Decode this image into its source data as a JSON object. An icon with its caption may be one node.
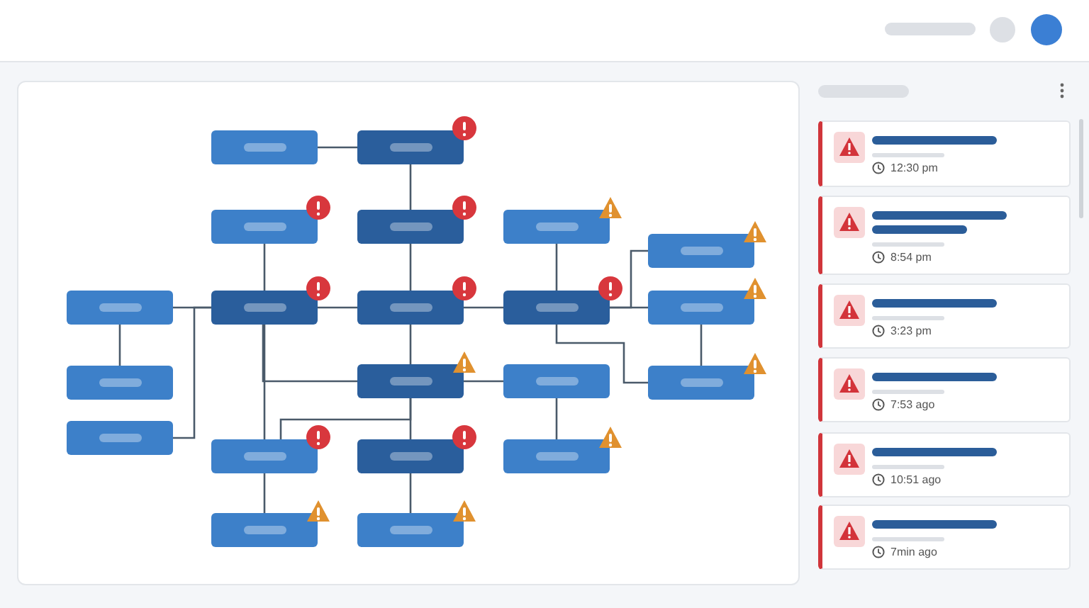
{
  "diagram": {
    "nodes": [
      {
        "text": [],
        "shape": "box"
      },
      {
        "text": [],
        "shape": "box"
      },
      {
        "text": [],
        "shape": "box"
      },
      {
        "text": [],
        "shape": "box"
      },
      {
        "text": [],
        "shape": "box"
      },
      {
        "text": [],
        "shape": "box"
      },
      {
        "text": [],
        "shape": "box"
      },
      {
        "text": [],
        "shape": "box"
      },
      {
        "text": [],
        "shape": "box"
      },
      {
        "text": [],
        "shape": "box"
      },
      {
        "text": [],
        "shape": "box"
      },
      {
        "text": [],
        "shape": "box"
      },
      {
        "text": [],
        "shape": "box"
      },
      {
        "text": [],
        "shape": "box"
      },
      {
        "text": [],
        "shape": "box"
      },
      {
        "text": [],
        "shape": "box"
      },
      {
        "text": [],
        "shape": "box"
      },
      {
        "text": [],
        "shape": "box"
      },
      {
        "text": [],
        "shape": "box"
      },
      {
        "text": [],
        "shape": "box"
      },
      {
        "text": [],
        "shape": "box"
      },
      {
        "text": [
          "12:30 pm"
        ]
      },
      {
        "text": [
          "8:54 pm"
        ]
      },
      {
        "text": [
          "3:23 pm"
        ]
      },
      {
        "text": [
          "7:53 ago"
        ]
      },
      {
        "text": [
          "10:51 ago"
        ]
      },
      {
        "text": [
          "7min ago"
        ]
      }
    ],
    "edges": [
      {
        "from": 3,
        "to": 8,
        "arrow": "none"
      },
      {
        "from": 8,
        "to": 9,
        "arrow": "none"
      },
      {
        "from": 9,
        "to": 10,
        "arrow": "none"
      },
      {
        "from": 10,
        "to": 11,
        "arrow": "none"
      },
      {
        "from": 11,
        "to": 12,
        "arrow": "none"
      },
      {
        "from": 12,
        "to": 13,
        "arrow": "none"
      },
      {
        "from": 4,
        "to": 5,
        "arrow": "none"
      },
      {
        "from": 0,
        "to": 5,
        "arrow": "none"
      },
      {
        "from": 5,
        "to": 10,
        "arrow": "none"
      },
      {
        "from": 0,
        "to": 1,
        "arrow": "none"
      },
      {
        "from": 2,
        "to": 5,
        "arrow": "none"
      },
      {
        "from": 5,
        "to": 11,
        "arrow": "none"
      },
      {
        "from": 6,
        "to": 5,
        "arrow": "none"
      },
      {
        "from": 6,
        "to": 11,
        "arrow": "none"
      },
      {
        "from": 6,
        "to": 7,
        "arrow": "none"
      },
      {
        "from": 10,
        "to": 15,
        "arrow": "none"
      },
      {
        "from": 14,
        "to": 15,
        "arrow": "none"
      },
      {
        "from": 15,
        "to": 18,
        "arrow": "none"
      },
      {
        "from": 15,
        "to": 19,
        "arrow": "none"
      },
      {
        "from": 15,
        "to": 20,
        "arrow": "none"
      },
      {
        "from": 19,
        "to": 20,
        "arrow": "none"
      },
      {
        "from": 11,
        "to": 16,
        "arrow": "none"
      },
      {
        "from": 16,
        "to": 17,
        "arrow": "none"
      }
    ]
  }
}
